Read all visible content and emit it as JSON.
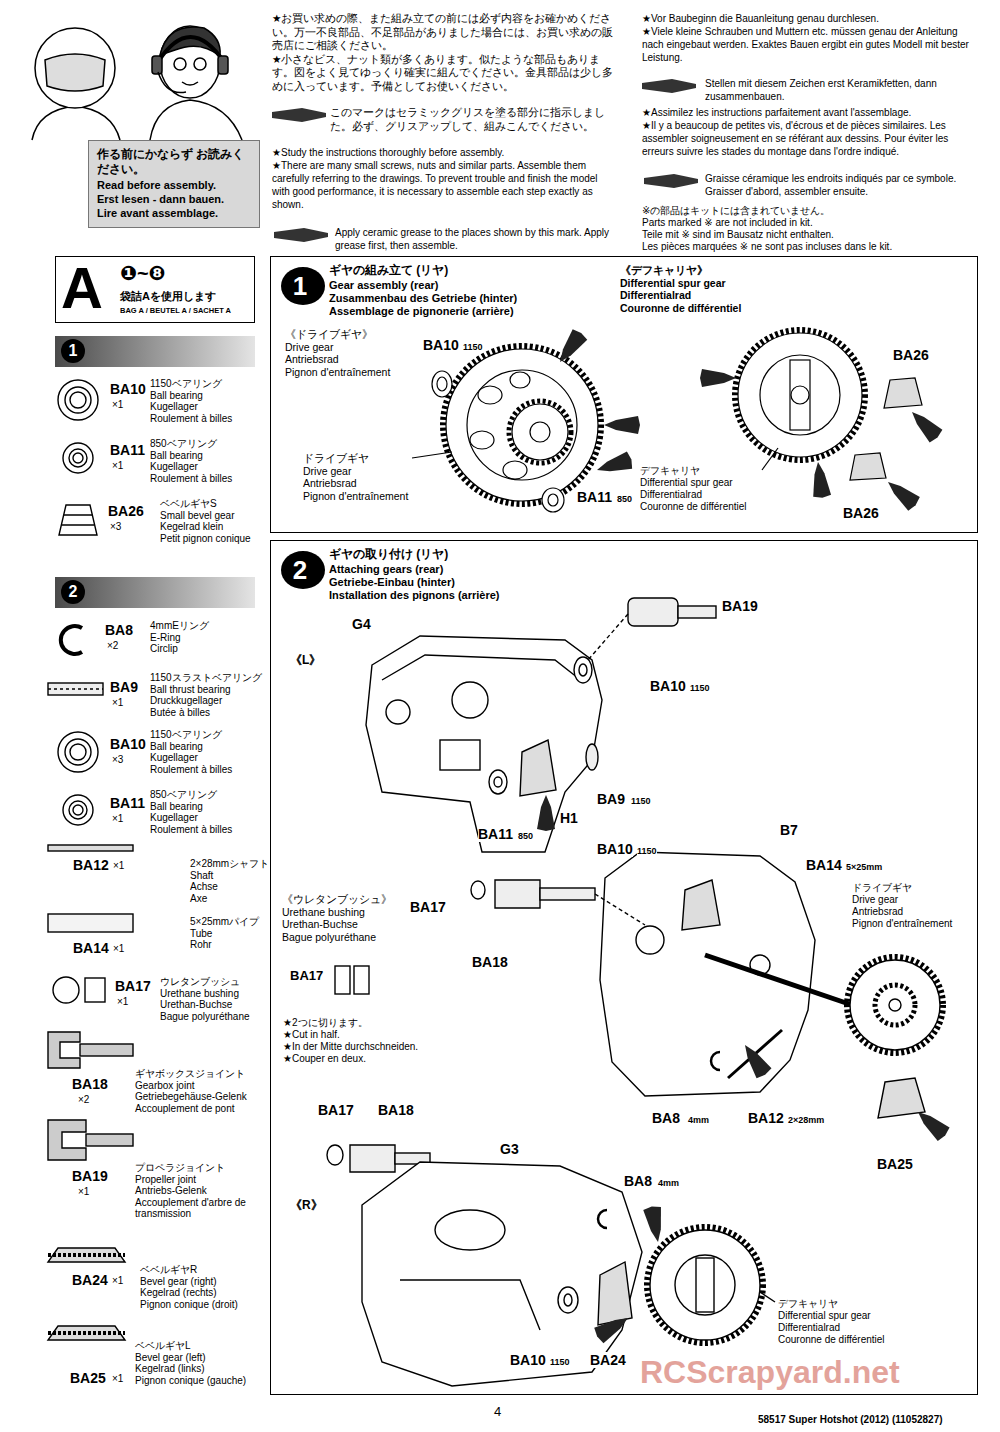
{
  "diagram": {
    "nodes": [
      {
        "text": [
          "作る前にかならず お読みください。",
          "Read before assembly.",
          "Erst lesen - dann bauen.",
          "Lire avant assemblage."
        ]
      },
      {
        "text": [
          "A",
          "❶~❽",
          "袋詰Aを使用します",
          "BAG A / BEUTEL A / SACHET A"
        ]
      },
      {
        "text": [
          "1"
        ]
      },
      {
        "text": [
          "2"
        ]
      },
      {
        "text": [
          "ギヤの組み立て (リヤ)",
          "Gear assembly (rear)",
          "Zusammenbau des Getriebe (hinter)",
          "Assemblage de pignonerie (arrière)"
        ]
      },
      {
        "text": [
          "1"
        ],
        "in": 4
      },
      {
        "text": [
          "ギヤの取り付け (リヤ)",
          "Attaching gears (rear)",
          "Getriebe-Einbau (hinter)",
          "Installation des pignons (arrière)"
        ]
      },
      {
        "text": [
          "2"
        ],
        "in": 6
      }
    ],
    "labels": [
      "★お買い求めの際、また組み立ての前には必ず内容をお確かめください。万一不良部品、不足部品がありました場合には、お買い求めの販売店にご相談ください。",
      "★小さなビス、ナット類が多くあります。似たような部品もあります。図をよく見てゆっくり確実に組んでください。金具部品は少し多めに入っています。予備としてお使いください。",
      "このマークはセラミックグリスを塗る部分に指示しました。必ず、グリスアップして、組みこんでください。",
      "★Study the instructions thoroughly before assembly.",
      "★There are many small screws, nuts and similar parts. Assemble them carefully referring to the drawings. To prevent trouble and finish the model with good performance, it is necessary to assemble each step exactly as shown.",
      "Apply ceramic grease to the places shown by this mark. Apply grease first, then assemble.",
      "★Vor Baubeginn die Bauanleitung genau durchlesen.",
      "★Viele kleine Schrauben und Muttern etc. müssen genau der Anleitung nach eingebaut werden. Exaktes Bauen ergibt ein gutes Modell mit bester Leistung.",
      "Stellen mit diesem Zeichen erst Keramikfetten, dann zusammenbauen.",
      "★Assimilez les instructions parfaitement avant l'assemblage.",
      "★Il y a beaucoup de petites vis, d'écrous et de pièces similaires. Les assembler soigneusement en se référant aux dessins. Pour éviter les erreurs suivre les stades du montage dans l'ordre indiqué.",
      "Graisse céramique les endroits indiqués par ce symbole. Graisser d'abord, assembler ensuite.",
      "※の部品はキットには含まれていません。",
      "Parts marked ※ are not included in kit.",
      "Teile mit ※ sind im Bausatz nicht enthalten.",
      "Les pièces marquées ※ ne sont pas incluses dans le kit.",
      "BA10",
      "×1",
      "1150ベアリング",
      "Ball bearing",
      "Kugellager",
      "Roulement à billes",
      "BA11",
      "×1",
      "850ベアリング",
      "Ball bearing",
      "Kugellager",
      "Roulement à billes",
      "BA26",
      "×3",
      "ベベルギヤS",
      "Small bevel gear",
      "Kegelrad klein",
      "Petit pignon conique",
      "BA8",
      "×2",
      "4mmEリング",
      "E-Ring",
      "Circlip",
      "BA9",
      "×1",
      "1150スラストベアリング",
      "Ball thrust bearing",
      "Druckkugellager",
      "Butée à billes",
      "BA10",
      "×3",
      "1150ベアリング",
      "Ball bearing",
      "Kugellager",
      "Roulement à billes",
      "BA11",
      "×1",
      "850ベアリング",
      "Ball bearing",
      "Kugellager",
      "Roulement à billes",
      "BA12",
      "×1",
      "2×28mmシャフト",
      "Shaft",
      "Achse",
      "Axe",
      "BA14",
      "×1",
      "5×25mmパイプ",
      "Tube",
      "Rohr",
      "BA17",
      "×1",
      "ウレタンブッシュ",
      "Urethane bushing",
      "Urethan-Buchse",
      "Bague polyuréthane",
      "BA18",
      "×2",
      "ギヤボックスジョイント",
      "Gearbox joint",
      "Getriebegehäuse-Gelenk",
      "Accouplement de pont",
      "BA19",
      "×1",
      "プロペラジョイント",
      "Propeller joint",
      "Antriebs-Gelenk",
      "Accouplement d'arbre de transmission",
      "BA24",
      "×1",
      "ベベルギヤR",
      "Bevel gear (right)",
      "Kegelrad (rechts)",
      "Pignon conique (droit)",
      "BA25",
      "×1",
      "ベベルギヤL",
      "Bevel gear (left)",
      "Kegelrad (links)",
      "Pignon conique (gauche)",
      "《ドライブギヤ》",
      "Drive gear",
      "Antriebsrad",
      "Pignon d'entraînement",
      "BA10",
      "1150",
      "ドライブギヤ",
      "Drive gear",
      "Antriebsrad",
      "Pignon d'entraînement",
      "BA11",
      "850",
      "《デフキャリヤ》",
      "Differential spur gear",
      "Differentialrad",
      "Couronne de différentiel",
      "BA26",
      "デフキャリヤ",
      "Differential spur gear",
      "Differentialrad",
      "Couronne de différentiel",
      "BA26",
      "《L》",
      "G4",
      "BA19",
      "BA10",
      "1150",
      "H1",
      "BA9",
      "1150",
      "BA11",
      "850",
      "BA10",
      "1150",
      "B7",
      "BA14",
      "5×25mm",
      "ドライブギヤ",
      "Drive gear",
      "Antriebsrad",
      "Pignon d'entraînement",
      "《ウレタンブッシュ》",
      "Urethane bushing",
      "Urethan-Buchse",
      "Bague polyuréthane",
      "BA17",
      "BA18",
      "BA17",
      "★2つに切ります。",
      "★Cut in half.",
      "★In der Mitte durchschneiden.",
      "★Couper en deux.",
      "BA8",
      "4mm",
      "BA12",
      "2×28mm",
      "BA25",
      "BA17",
      "BA18",
      "G3",
      "《R》",
      "BA8",
      "4mm",
      "BA10",
      "1150",
      "BA24",
      "デフキャリヤ",
      "Differential spur gear",
      "Differentialrad",
      "Couronne de différentiel",
      "4",
      "58517 Super Hotshot (2012) (11052827)",
      "RCScrapyard.net"
    ]
  }
}
